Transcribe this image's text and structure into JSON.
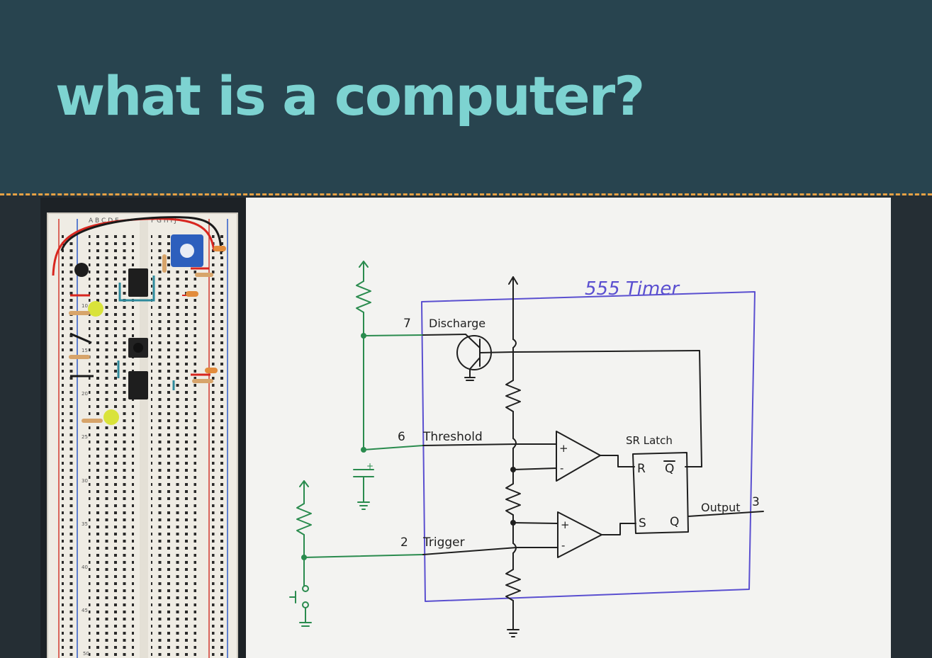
{
  "slide": {
    "title": "what is a computer?",
    "accent_color": "#7dd3d1",
    "header_color": "#28444f",
    "divider_color": "#e7a144"
  },
  "breadboard": {
    "column_letters": "A B C D E",
    "column_letters_right": "F G H I J",
    "row_numbers": [
      "10",
      "15",
      "20",
      "25",
      "30",
      "35",
      "40",
      "45",
      "50"
    ]
  },
  "schematic": {
    "box_title": "555 Timer",
    "pins": [
      {
        "number": "7",
        "name": "Discharge"
      },
      {
        "number": "6",
        "name": "Threshold"
      },
      {
        "number": "2",
        "name": "Trigger"
      }
    ],
    "latch": {
      "title": "SR Latch",
      "r": "R",
      "s": "S",
      "q": "Q",
      "qbar": "Q"
    },
    "output": {
      "label": "Output",
      "number": "3"
    },
    "comparator_plus": "+",
    "comparator_minus": "-",
    "cap_plus": "+"
  }
}
